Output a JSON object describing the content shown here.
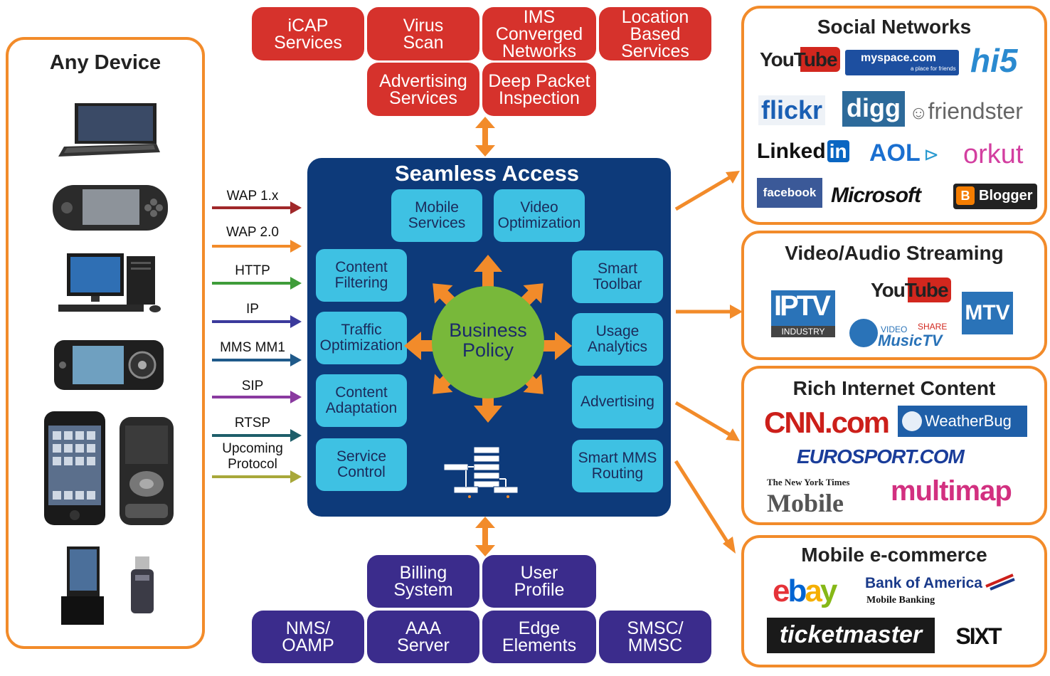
{
  "colors": {
    "orange": "#f28b2a",
    "red_service": "#d6322c",
    "purple_service": "#3b2c8c",
    "core_navy": "#0d3a7a",
    "cyan_module": "#3ec1e3",
    "policy_green": "#78b83a"
  },
  "devices": {
    "title": "Any Device",
    "items": [
      "laptop-icon",
      "handheld-console-icon",
      "desktop-pc-icon",
      "feature-phone-icon",
      "smartphone-icon",
      "slider-phone-icon",
      "data-card-icon",
      "usb-modem-icon"
    ]
  },
  "protocols": [
    "WAP 1.x",
    "WAP 2.0",
    "HTTP",
    "IP",
    "MMS MM1",
    "SIP",
    "RTSP",
    "Upcoming\nProtocol"
  ],
  "protocol_colors": [
    "#a0282a",
    "#f28b2a",
    "#3f9c3a",
    "#3b3a9c",
    "#1f5a8a",
    "#8a3aa0",
    "#1e5e6a",
    "#a8a83a"
  ],
  "top_services": {
    "row1": [
      "iCAP\nServices",
      "Virus\nScan",
      "IMS\nConverged\nNetworks",
      "Location\nBased\nServices"
    ],
    "row2": [
      "Advertising\nServices",
      "Deep Packet\nInspection"
    ]
  },
  "core": {
    "title": "Seamless Access",
    "policy": "Business\nPolicy",
    "top_modules": [
      "Mobile\nServices",
      "Video\nOptimization"
    ],
    "left_modules": [
      "Content\nFiltering",
      "Traffic\nOptimization",
      "Content\nAdaptation",
      "Service\nControl"
    ],
    "right_modules": [
      "Smart\nToolbar",
      "Usage\nAnalytics",
      "Advertising",
      "Smart MMS\nRouting"
    ]
  },
  "bottom_services": {
    "row1": [
      "Billing\nSystem",
      "User\nProfile"
    ],
    "row2": [
      "NMS/\nOAMP",
      "AAA\nServer",
      "Edge\nElements",
      "SMSC/\nMMSC"
    ]
  },
  "destinations": {
    "social": {
      "title": "Social Networks",
      "logos": [
        "YouTube",
        "myspace.com",
        "a place for friends",
        "hi5",
        "flickr",
        "digg",
        "friendster",
        "Linked",
        "in",
        "AOL",
        "orkut",
        "facebook",
        "Microsoft",
        "Blogger"
      ]
    },
    "video": {
      "title": "Video/Audio Streaming",
      "logos": [
        "IPTV",
        "INDUSTRY",
        "YouTube",
        "VIDEO",
        "SHARE",
        "MusicTV",
        "MTV"
      ]
    },
    "rich": {
      "title": "Rich Internet Content",
      "logos": [
        "CNN.com",
        "WeatherBug",
        "EUROSPORT.COM",
        "The New York Times",
        "Mobile",
        "multimap"
      ]
    },
    "ecommerce": {
      "title": "Mobile e-commerce",
      "logos": [
        "ebay",
        "Bank of America",
        "Mobile Banking",
        "ticketmaster",
        "SIXT"
      ]
    }
  }
}
